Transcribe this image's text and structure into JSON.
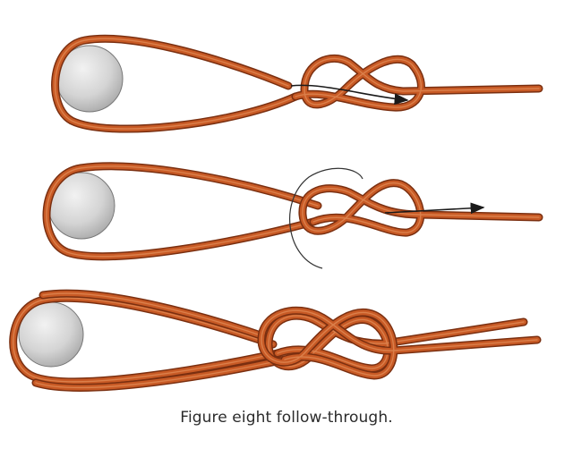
{
  "figure": {
    "caption": "Figure eight follow-through.",
    "steps": [
      {
        "name": "step-1",
        "arrow": true,
        "guide_circle": false
      },
      {
        "name": "step-2",
        "arrow": true,
        "guide_circle": true
      },
      {
        "name": "step-3",
        "arrow": false,
        "guide_circle": false
      }
    ],
    "colors": {
      "rope_fill": "#c85a25",
      "rope_edge": "#7a2f10",
      "rope_highlight": "#e08a55",
      "post_fill": "#d9d9d9",
      "post_edge": "#555555",
      "arrow": "#1a1a1a",
      "caption_text": "#2b2b2b"
    }
  }
}
